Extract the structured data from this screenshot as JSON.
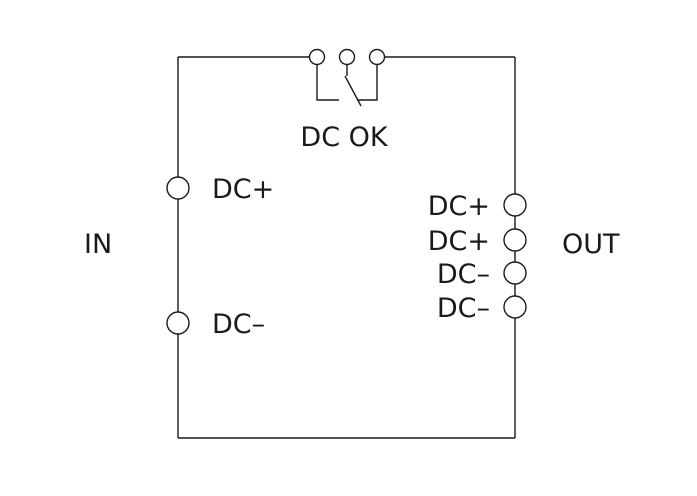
{
  "diagram": {
    "relay_label": "DC OK",
    "input": {
      "group_label": "IN",
      "terminals": [
        "DC+",
        "DC–"
      ]
    },
    "output": {
      "group_label": "OUT",
      "terminals": [
        "DC+",
        "DC+",
        "DC–",
        "DC–"
      ]
    },
    "line_color": "#1a1a1a"
  }
}
